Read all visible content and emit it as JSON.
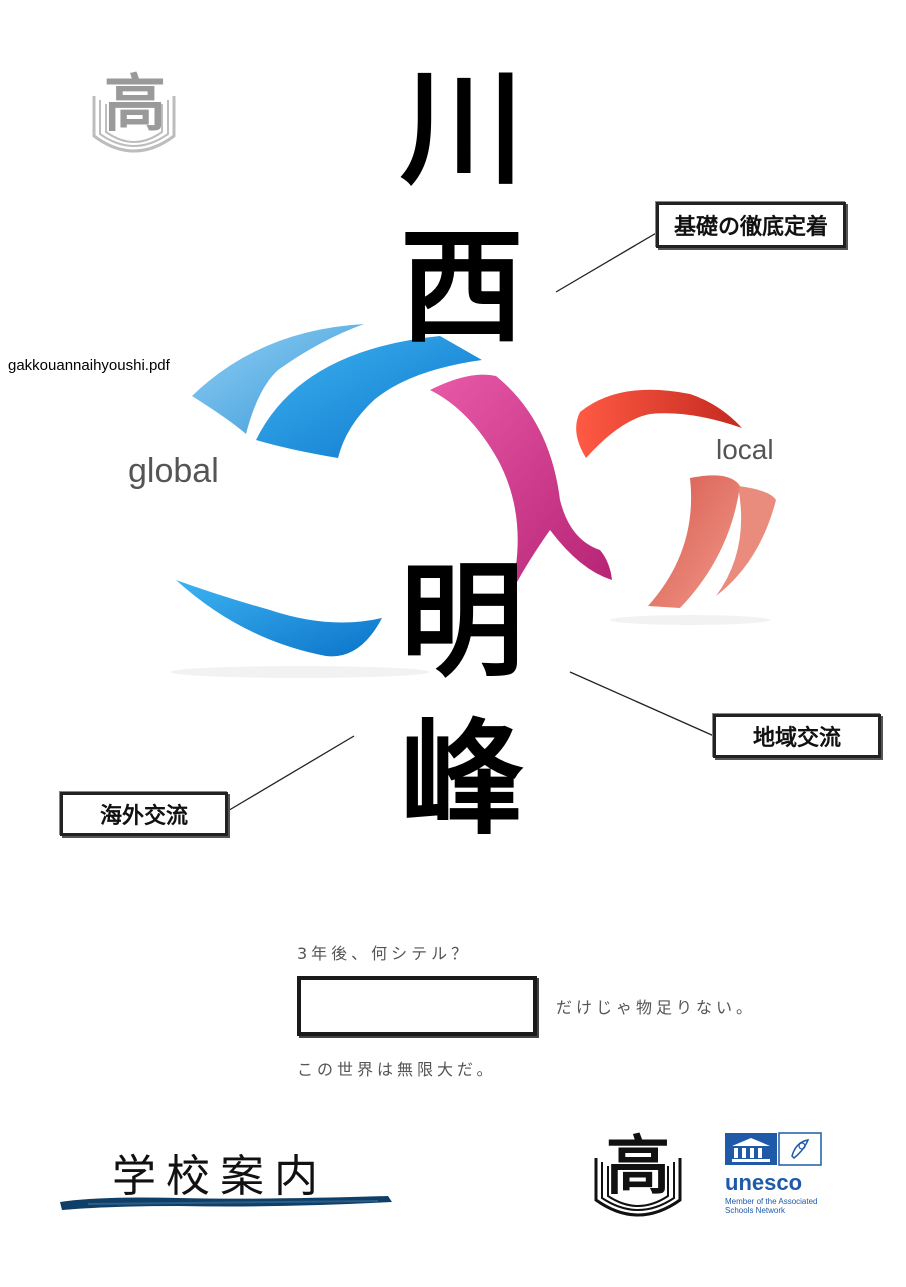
{
  "filename": "gakkouannaihyoushi.pdf",
  "title_chars": [
    "川",
    "西",
    "明",
    "峰"
  ],
  "labels": {
    "basics": "基礎の徹底定着",
    "regional": "地域交流",
    "overseas": "海外交流"
  },
  "words": {
    "global": "global",
    "local": "local"
  },
  "tagline": {
    "line1": "3年後、何シテル？",
    "line2_suffix": "だけじゃ物足りない。",
    "line3": "この世界は無限大だ。"
  },
  "school_guide": "学校案内",
  "emblem_char": "高",
  "unesco": {
    "name": "unesco",
    "subtitle": "Member of the Associated Schools Network"
  },
  "colors": {
    "blue": "#1e90e0",
    "light_blue": "#6cb8e8",
    "pink": "#d23c8a",
    "red": "#e94a3a",
    "salmon": "#e7806f",
    "unesco_blue": "#1e5aa8",
    "navy_brush": "#0f3f66"
  }
}
